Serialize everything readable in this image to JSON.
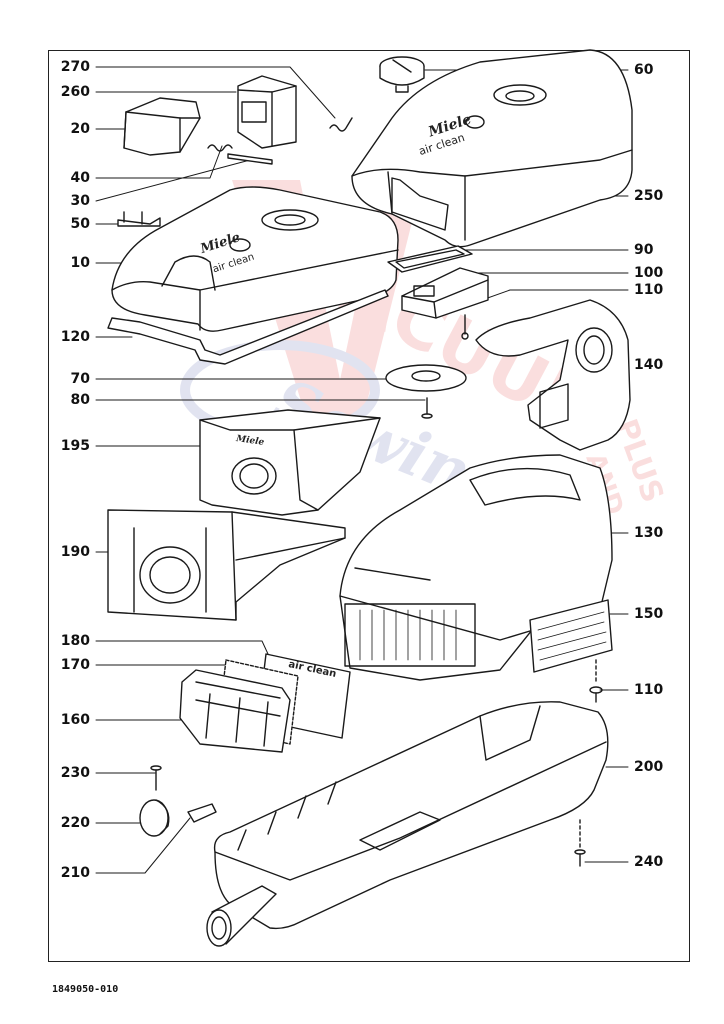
{
  "diagram": {
    "doc_number": "1849050-010",
    "brand_text": "Miele",
    "sub_brand_text": "air clean",
    "bag_brand_text": "Miele",
    "filter_text": "air clean",
    "watermark": {
      "line1": "VACUUM",
      "line2": "Sewing",
      "line3": "PLUS AND",
      "color": "#e23a3a",
      "color2": "#4a5aa8"
    },
    "callouts_left": [
      "270",
      "260",
      "20",
      "40",
      "30",
      "50",
      "10",
      "120",
      "70",
      "80",
      "195",
      "190",
      "180",
      "170",
      "160",
      "230",
      "220",
      "210"
    ],
    "callouts_right": [
      "60",
      "250",
      "90",
      "100",
      "110",
      "140",
      "130",
      "150",
      "110",
      "200",
      "240"
    ]
  }
}
